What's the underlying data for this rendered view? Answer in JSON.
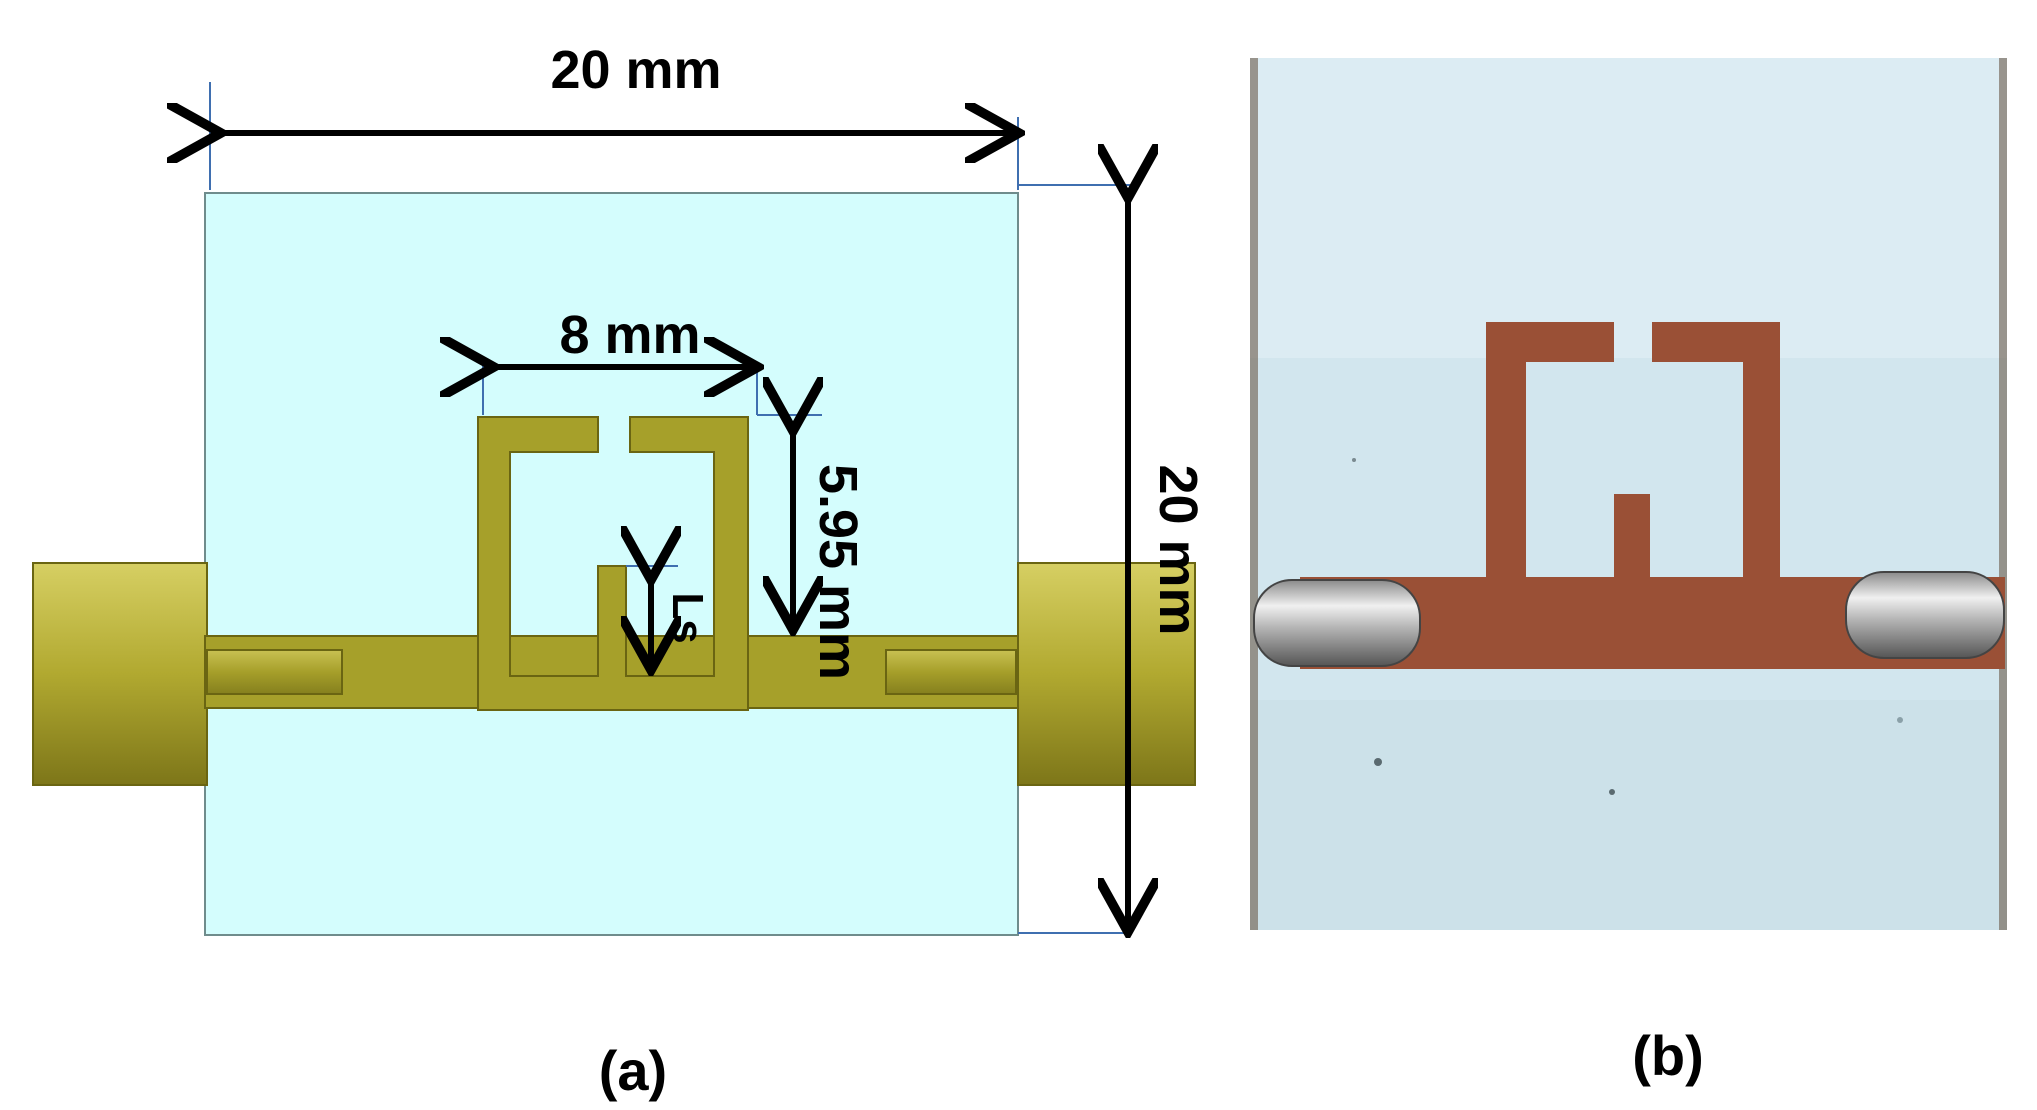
{
  "panel_a": {
    "dim_width": "20 mm",
    "dim_height": "20 mm",
    "dim_resonator_width": "8 mm",
    "dim_resonator_height": "5.95 mm",
    "dim_stub": "Ls",
    "caption": "(a)"
  },
  "panel_b": {
    "caption": "(b)"
  },
  "colors": {
    "substrate": "#d4fdfd",
    "conductor": "#a6a02a",
    "copper": "#9a5036",
    "photo_substrate": "#d2e6ee"
  }
}
